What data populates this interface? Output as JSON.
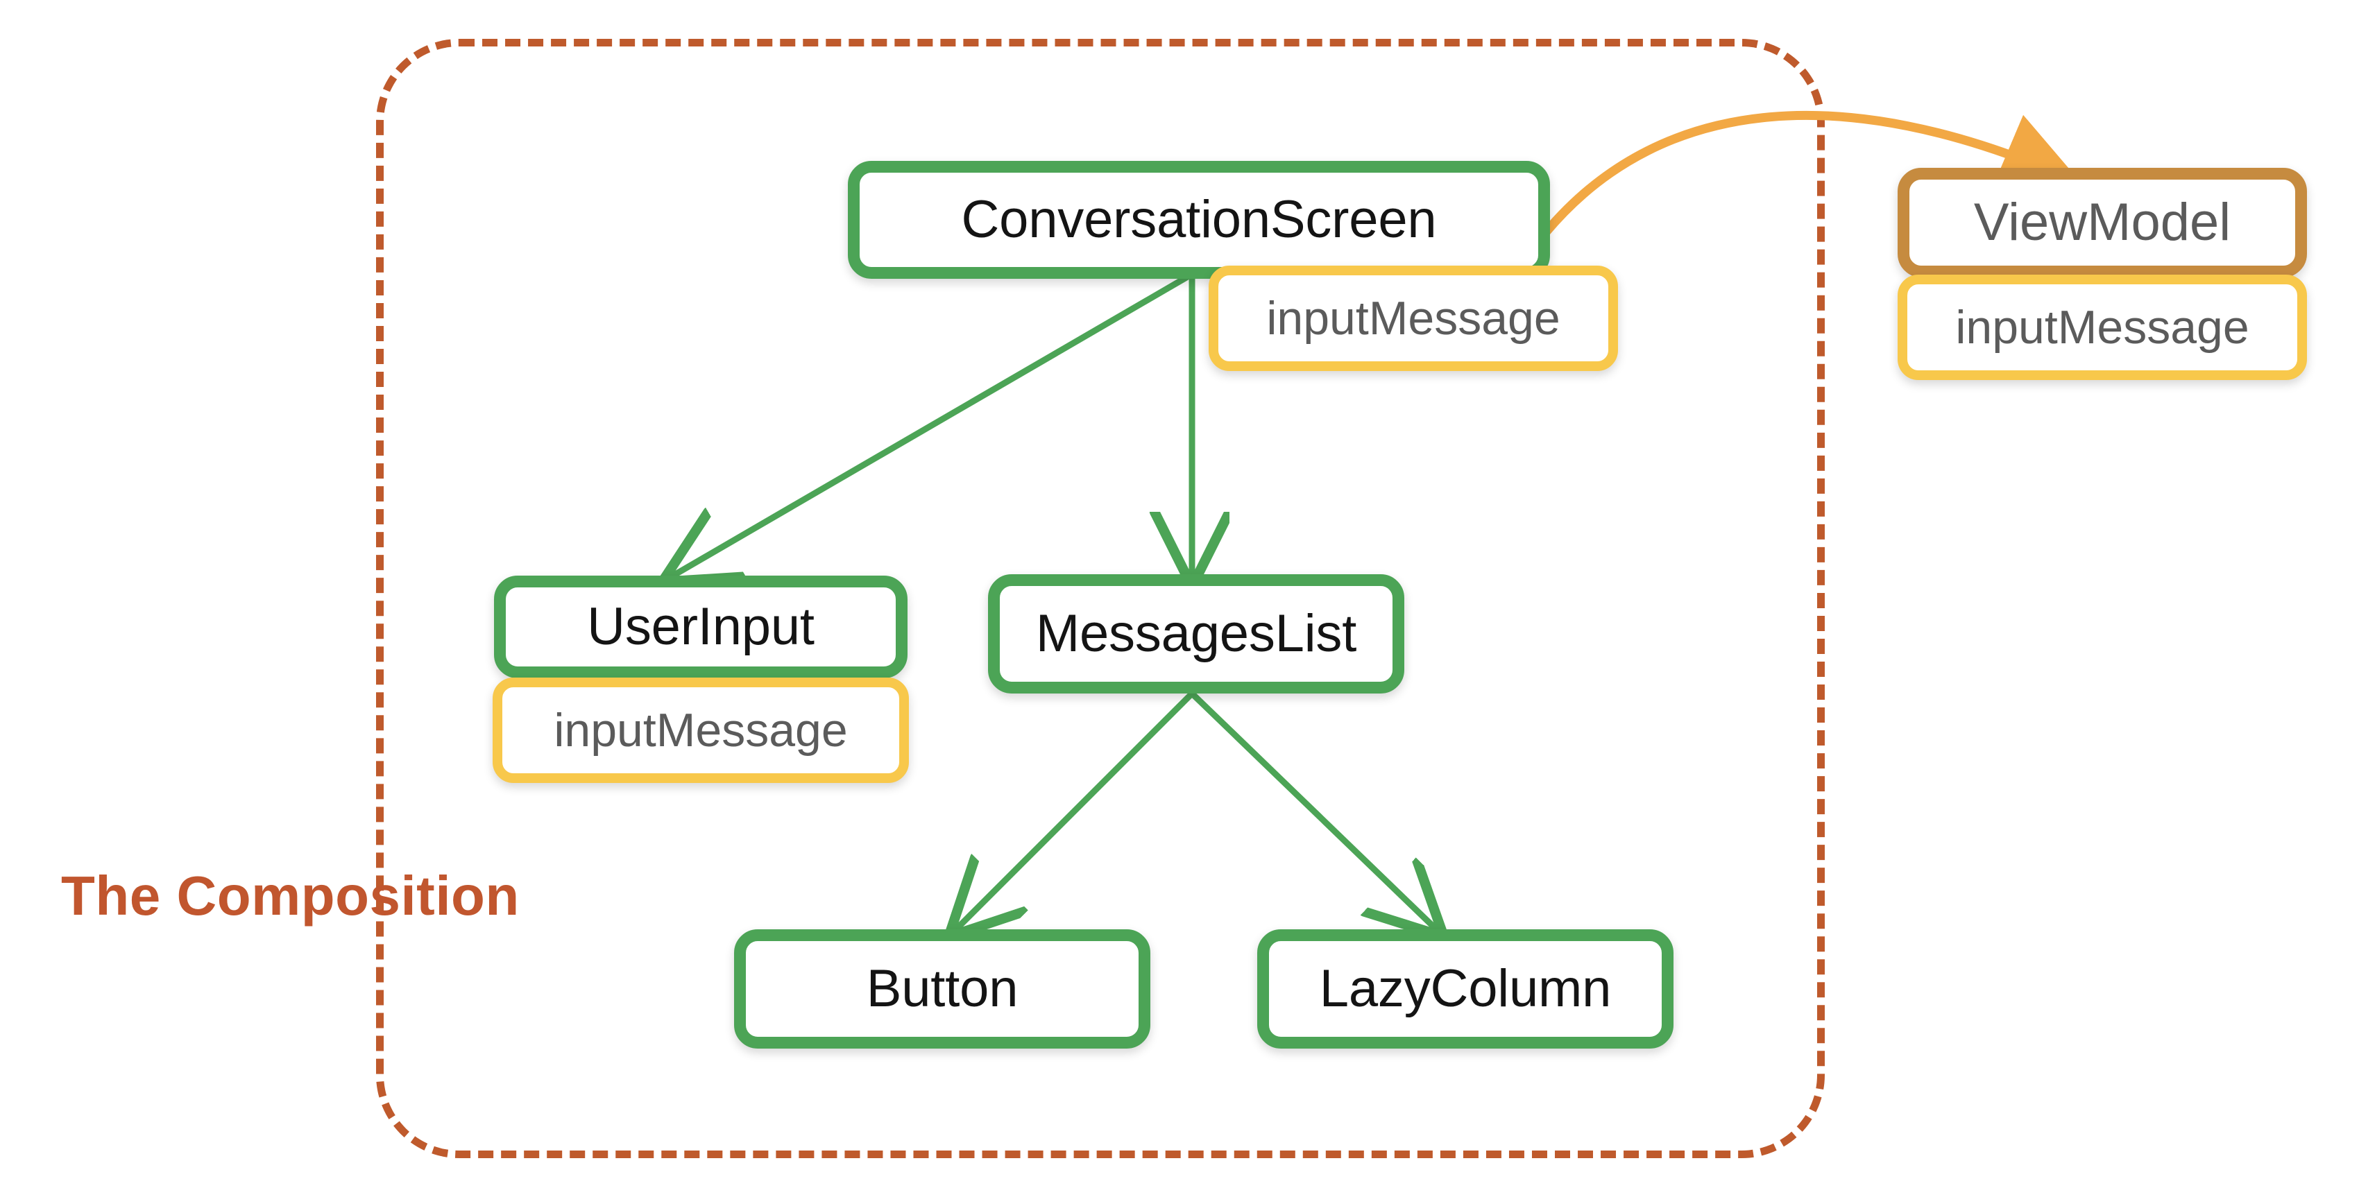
{
  "diagram": {
    "title": "The Composition",
    "boundary_label": "The Composition",
    "colors": {
      "composable": "#4CA456",
      "state": "#F8C84B",
      "viewmodel": "#C68B3F",
      "boundary": "#BF5A2C",
      "flow_arrow": "#F2A844",
      "text_dark": "#141414",
      "text_gray": "#5B5B5B",
      "background": "#FFFFFF"
    }
  },
  "nodes": {
    "conversation_screen": {
      "label": "ConversationScreen",
      "kind": "composable"
    },
    "conversation_screen_state": {
      "label": "inputMessage",
      "kind": "state"
    },
    "view_model": {
      "label": "ViewModel",
      "kind": "viewmodel"
    },
    "view_model_state": {
      "label": "inputMessage",
      "kind": "state"
    },
    "user_input": {
      "label": "UserInput",
      "kind": "composable"
    },
    "user_input_state": {
      "label": "inputMessage",
      "kind": "state"
    },
    "messages_list": {
      "label": "MessagesList",
      "kind": "composable"
    },
    "button": {
      "label": "Button",
      "kind": "composable"
    },
    "lazy_column": {
      "label": "LazyColumn",
      "kind": "composable"
    }
  },
  "edges": [
    {
      "from": "conversation_screen",
      "to": "user_input",
      "style": "solid",
      "color": "#4CA456"
    },
    {
      "from": "conversation_screen",
      "to": "messages_list",
      "style": "solid",
      "color": "#4CA456"
    },
    {
      "from": "conversation_screen",
      "to": "view_model",
      "style": "curved",
      "color": "#F2A844"
    },
    {
      "from": "messages_list",
      "to": "button",
      "style": "solid",
      "color": "#4CA456"
    },
    {
      "from": "messages_list",
      "to": "lazy_column",
      "style": "solid",
      "color": "#4CA456"
    }
  ]
}
